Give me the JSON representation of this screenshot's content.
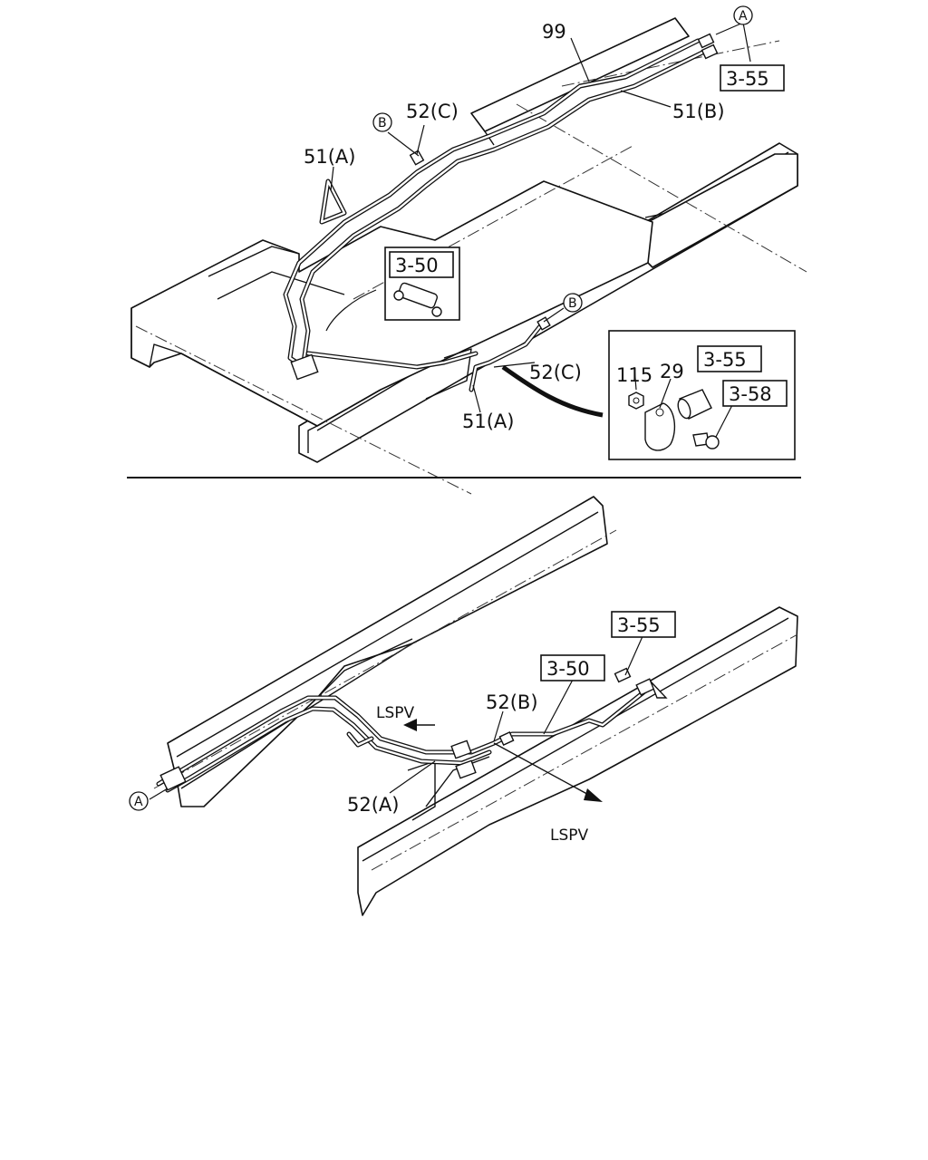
{
  "callouts": {
    "p99": "99",
    "p51b": "51(B)",
    "p52c_top": "52(C)",
    "p51a_top": "51(A)",
    "p52c_mid": "52(C)",
    "p51a_bottom": "51(A)",
    "p115": "115",
    "p29": "29",
    "p52b": "52(B)",
    "p52a": "52(A)"
  },
  "reference_boxes": {
    "ref_3_55_top": "3-55",
    "ref_3_50_top": "3-50",
    "ref_3_55_detail": "3-55",
    "ref_3_58_detail": "3-58",
    "ref_3_55_bottom": "3-55",
    "ref_3_50_bottom": "3-50"
  },
  "markers": {
    "a_top": "A",
    "b_top": "B",
    "b_mid": "B",
    "a_bottom": "A"
  },
  "annotations": {
    "lspv_upper": "LSPV",
    "lspv_lower": "LSPV"
  }
}
